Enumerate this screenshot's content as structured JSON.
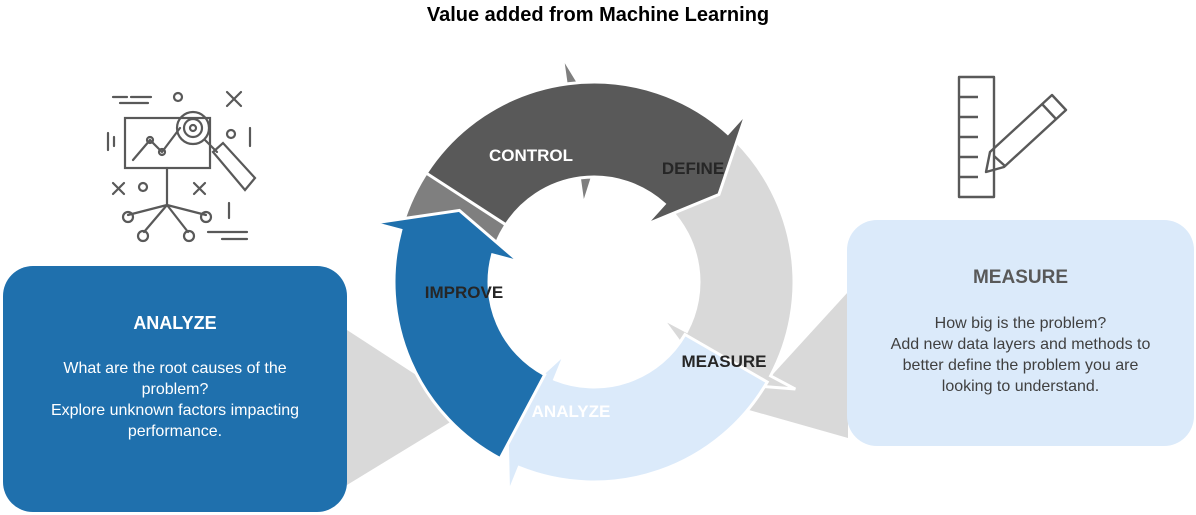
{
  "title": "Value added from Machine Learning",
  "cycle": {
    "segments": [
      {
        "id": "control",
        "label": "CONTROL",
        "color": "#595959",
        "text_color": "#ffffff"
      },
      {
        "id": "define",
        "label": "DEFINE",
        "color": "#d9d9d9",
        "text_color": "#262626"
      },
      {
        "id": "measure",
        "label": "MEASURE",
        "color": "#dbeafa",
        "text_color": "#262626"
      },
      {
        "id": "analyze",
        "label": "ANALYZE",
        "color": "#1f70ad",
        "text_color": "#ffffff"
      },
      {
        "id": "improve",
        "label": "IMPROVE",
        "color": "#7f7f7f",
        "text_color": "#262626"
      }
    ]
  },
  "analyze_card": {
    "title": "ANALYZE",
    "lines": [
      "What are the root causes of the",
      "problem?",
      "Explore unknown  factors impacting",
      "performance."
    ],
    "color": "#1f70ad"
  },
  "measure_card": {
    "title": "MEASURE",
    "lines": [
      "How big is the problem?",
      "Add new data layers and methods to",
      "better define the problem you are",
      "looking to understand."
    ],
    "color": "#dbeafa"
  },
  "icons": [
    "analytics-presentation-icon",
    "ruler-pencil-icon"
  ]
}
